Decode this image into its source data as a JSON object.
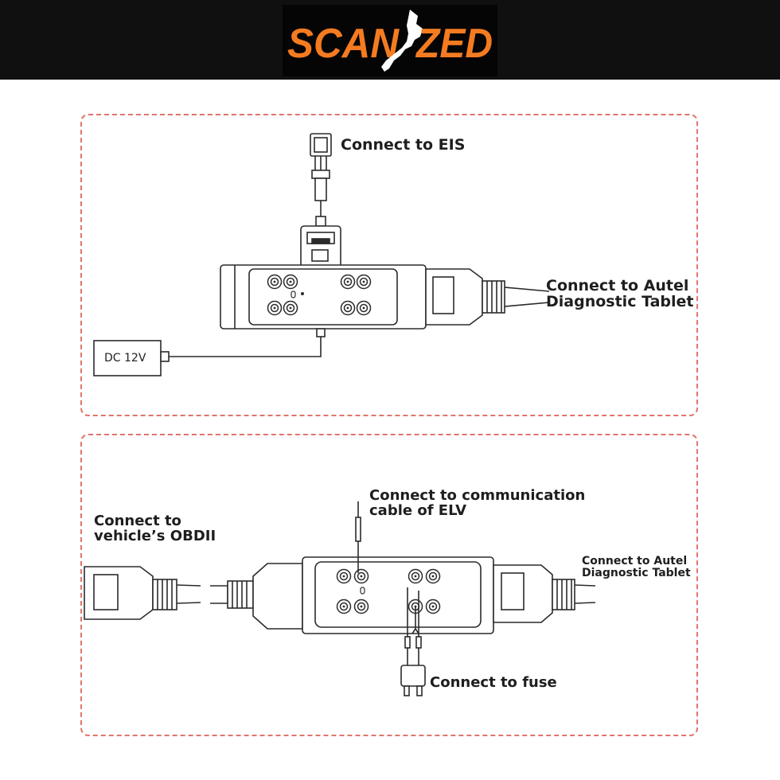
{
  "brand": {
    "logo_text_left": "SCAN",
    "logo_text_right": "ZED",
    "logo_color": "#f47b20",
    "logo_icon": "new-zealand-map-icon"
  },
  "colors": {
    "header_background": "#101010",
    "panel_border": "#e0746c",
    "line": "#2b2b2b"
  },
  "diagram_top": {
    "eis_label": "Connect to EIS",
    "tablet_label_line1": "Connect to Autel",
    "tablet_label_line2": "Diagnostic Tablet",
    "power_label": "DC 12V"
  },
  "diagram_bottom": {
    "obd_label_line1": "Connect to",
    "obd_label_line2": "vehicle’s OBDII",
    "elv_label_line1": "Connect to communication",
    "elv_label_line2": "cable of ELV",
    "tablet_label_line1": "Connect to Autel",
    "tablet_label_line2": "Diagnostic Tablet",
    "fuse_label": "Connect to fuse"
  }
}
